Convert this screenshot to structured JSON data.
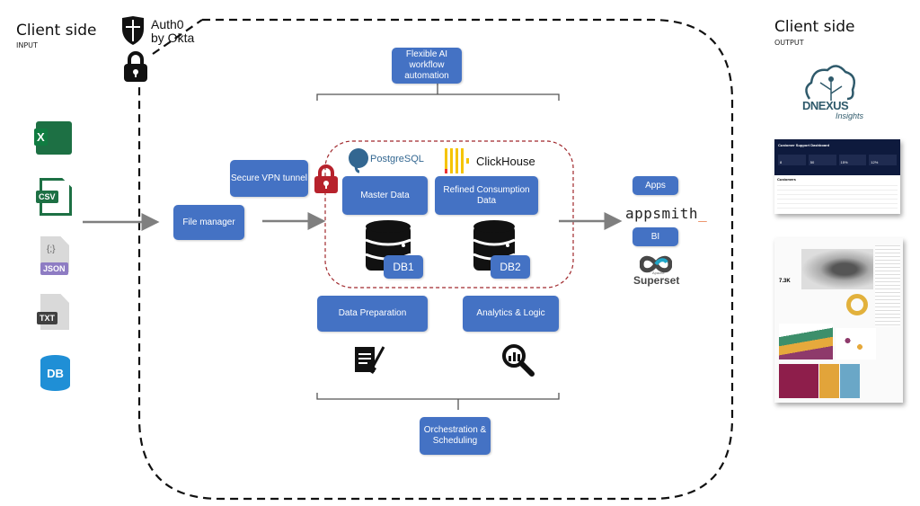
{
  "input": {
    "title": "Client side",
    "subtitle": "INPUT",
    "files": [
      {
        "icon": "excel-icon",
        "label": "X"
      },
      {
        "icon": "csv-icon",
        "label": "CSV"
      },
      {
        "icon": "json-icon",
        "label": "JSON",
        "glyph": "{;}"
      },
      {
        "icon": "txt-icon",
        "label": "TXT"
      },
      {
        "icon": "database-icon",
        "label": "DB"
      }
    ]
  },
  "output": {
    "title": "Client side",
    "subtitle": "OUTPUT",
    "logo_text": "DNEXUS",
    "logo_sub": "Insights",
    "dashboard1_title": "Customer Support Dashboard",
    "dashboard1_section": "Customers",
    "dashboard1_kpis": [
      "8",
      "50",
      "15%",
      "12%"
    ],
    "dashboard2_kpi": "7.3K"
  },
  "auth": {
    "brand": "Auth0",
    "brand_sub": "by Okta"
  },
  "boxes": {
    "ai": "Flexible AI workflow automation",
    "vpn": "Secure VPN tunnel",
    "file_manager": "File manager",
    "master": "Master Data",
    "refined": "Refined Consumption Data",
    "db1": "DB1",
    "db2": "DB2",
    "prep": "Data Preparation",
    "analytics": "Analytics & Logic",
    "orchestration": "Orchestration & Scheduling",
    "apps": "Apps",
    "bi": "BI"
  },
  "logos": {
    "postgres": "PostgreSQL",
    "clickhouse": "ClickHouse",
    "appsmith": "appsmith",
    "superset": "Superset",
    "superset_sup": "Apache"
  },
  "colors": {
    "box": "#4472C4",
    "secure_border": "#A0282C",
    "lock_red": "#B7222C"
  }
}
